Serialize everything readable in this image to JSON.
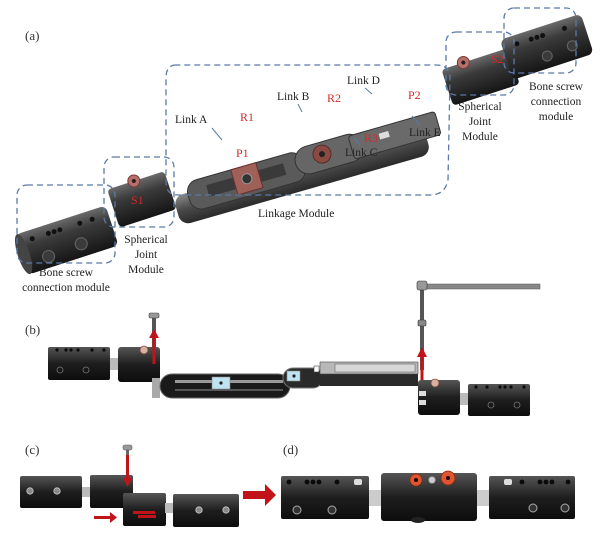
{
  "figure": {
    "panels": {
      "a": "(a)",
      "b": "(b)",
      "c": "(c)",
      "d": "(d)"
    },
    "panel_a": {
      "module_labels": {
        "bone_screw_left": [
          "Bone screw",
          "connection module"
        ],
        "spherical_left": [
          "Spherical",
          "Joint",
          "Module"
        ],
        "linkage": "Linkage Module",
        "spherical_right": [
          "Spherical",
          "Joint",
          "Module"
        ],
        "bone_screw_right": [
          "Bone screw",
          "connection",
          "module"
        ]
      },
      "link_labels": {
        "link_a": "Link A",
        "link_b": "Link B",
        "link_c": "Link C",
        "link_d": "Link D",
        "link_e": "Link E"
      },
      "joint_labels": {
        "r1": "R1",
        "r2": "R2",
        "r3": "R3",
        "p1": "P1",
        "p2": "P2",
        "s1": "S1",
        "s2": "S2"
      }
    },
    "colors": {
      "dashed_box": "#5a7aa8",
      "joint_red": "#d42a2a",
      "arrow_red": "#c0141a",
      "metal_dark": "#2a2a2a",
      "joint_copper": "#b4706a",
      "slot_blue": "#bfe3f0"
    }
  }
}
